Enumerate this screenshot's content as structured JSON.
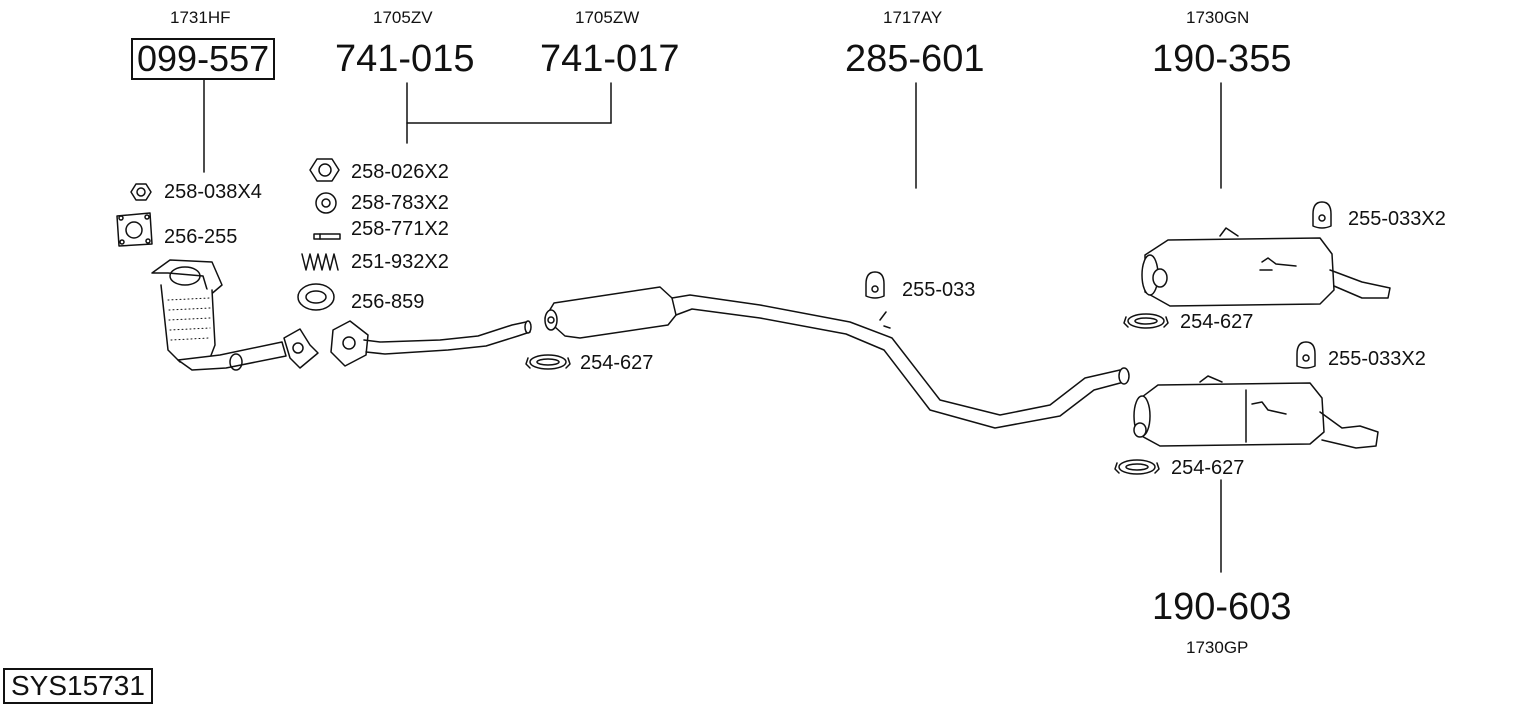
{
  "diagram": {
    "system_id": "SYS15731",
    "assemblies": [
      {
        "code": "1731HF",
        "number": "099-557"
      },
      {
        "code": "1705ZV",
        "number": "741-015"
      },
      {
        "code": "1705ZW",
        "number": "741-017"
      },
      {
        "code": "1717AY",
        "number": "285-601"
      },
      {
        "code": "1730GN",
        "number": "190-355"
      },
      {
        "code": "1730GP",
        "number": "190-603"
      }
    ],
    "parts": [
      {
        "id": "p1",
        "label": "258-038X4"
      },
      {
        "id": "p2",
        "label": "256-255"
      },
      {
        "id": "p3",
        "label": "258-026X2"
      },
      {
        "id": "p4",
        "label": "258-783X2"
      },
      {
        "id": "p5",
        "label": "258-771X2"
      },
      {
        "id": "p6",
        "label": "251-932X2"
      },
      {
        "id": "p7",
        "label": "256-859"
      },
      {
        "id": "p8",
        "label": "254-627"
      },
      {
        "id": "p9",
        "label": "255-033"
      },
      {
        "id": "p10",
        "label": "255-033X2"
      },
      {
        "id": "p11",
        "label": "254-627"
      },
      {
        "id": "p12",
        "label": "255-033X2"
      },
      {
        "id": "p13",
        "label": "254-627"
      }
    ]
  }
}
